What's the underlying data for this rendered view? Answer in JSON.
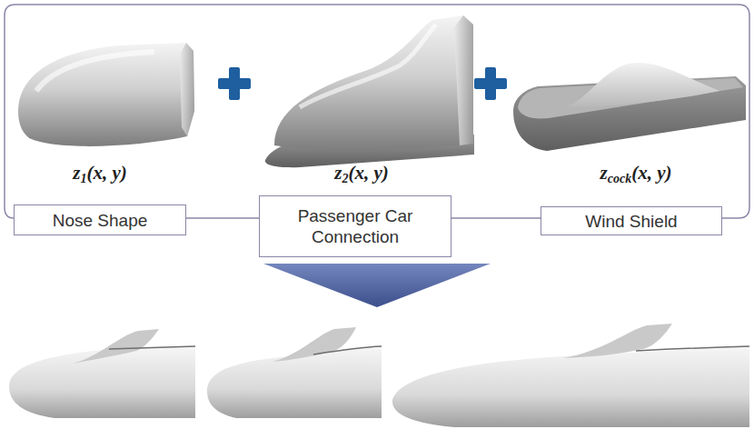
{
  "diagram": {
    "nodes": [
      {
        "text": [
          "Nose Shape"
        ]
      },
      {
        "text": [
          "Passenger Car Connection"
        ]
      },
      {
        "text": [
          "Wind Shield"
        ]
      }
    ],
    "edges": [
      {
        "from": 0,
        "to": 1,
        "arrow": "none"
      },
      {
        "from": 1,
        "to": 2,
        "arrow": "none"
      }
    ],
    "labels": [
      "z1(x, y)",
      "z2(x, y)",
      "zcock(x, y)"
    ]
  }
}
